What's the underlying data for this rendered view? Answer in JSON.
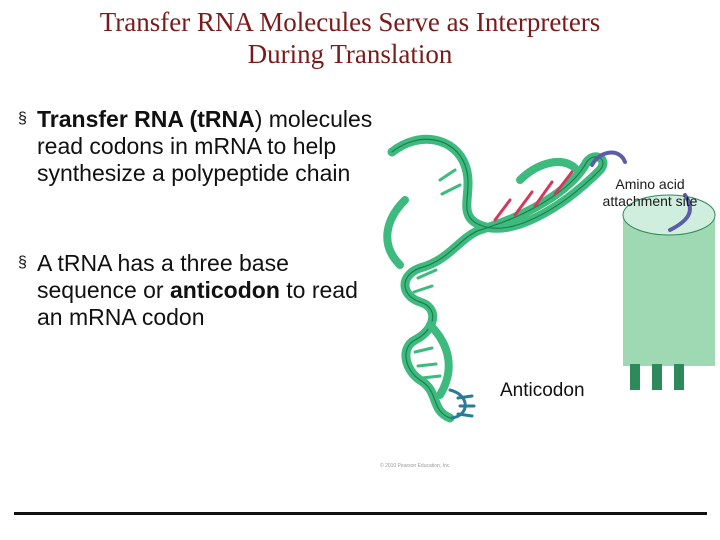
{
  "title": {
    "line1": "Transfer RNA Molecules Serve as Interpreters",
    "line2": "During Translation"
  },
  "bullets": [
    {
      "marker": "§",
      "parts": [
        "Transfer RNA (",
        "t",
        "RNA",
        ") molecules read codons in m",
        "RNA",
        " to help synthesize a polypeptide chain"
      ]
    },
    {
      "marker": "§",
      "parts": [
        "A tRNA has a three base sequence or ",
        "anticodon",
        " to read an mRNA codon"
      ]
    }
  ],
  "figure": {
    "labels": {
      "amino_line1": "Amino acid",
      "amino_line2": "attachment site",
      "anticodon": "Anticodon"
    },
    "credit": "© 2010 Pearson Education, Inc.",
    "colors": {
      "trna_green": "#3dba7d",
      "trna_dark": "#1f7d4f",
      "base_pair_red": "#d4385a",
      "amino_site_purple": "#5b5ea6",
      "cylinder_green": "#9fd9b3",
      "cylinder_dark": "#2e8a5a"
    }
  },
  "colors": {
    "title": "#7a1a1a",
    "text": "#111111"
  }
}
